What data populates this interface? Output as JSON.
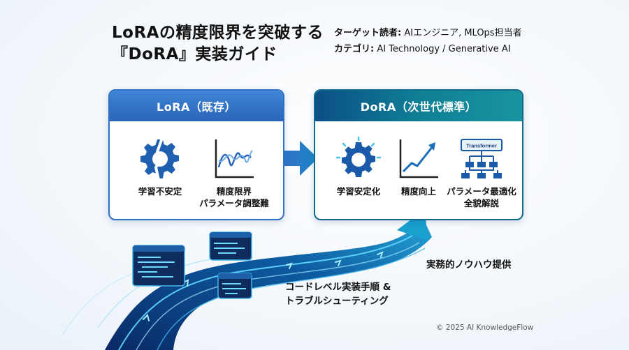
{
  "header": {
    "title_line1": "LoRAの精度限界を突破する",
    "title_line2": "『DoRA』実装ガイド",
    "target_label": "ターゲット読者:",
    "target_value": " AIエンジニア, MLOps担当者",
    "category_label": "カテゴリ:",
    "category_value": " AI Technology / Generative AI"
  },
  "lora_card": {
    "title": "LoRA（既存）",
    "items": [
      {
        "label": "学習不安定",
        "icon": "broken-gear-icon"
      },
      {
        "label": "精度限界",
        "label2": "パラメータ調整難",
        "icon": "erratic-line-chart-icon"
      }
    ]
  },
  "dora_card": {
    "title": "DoRA（次世代標準）",
    "items": [
      {
        "label": "学習安定化",
        "icon": "gear-icon"
      },
      {
        "label": "精度向上",
        "icon": "rising-chart-icon"
      },
      {
        "label": "パラメータ最適化",
        "label2": "全貌解説",
        "icon": "transformer-diagram-icon"
      }
    ],
    "transformer_text": "Transformer"
  },
  "path_labels": {
    "practical": "実務的ノウハウ提供",
    "code_line1": "コードレベル実装手順 &",
    "code_line2": "トラブルシューティング"
  },
  "footer": {
    "copyright": "© 2025 AI KnowledgeFlow"
  },
  "colors": {
    "lora_blue": "#2f6fc4",
    "dora_teal": "#0f6a8a",
    "road_dark": "#0b2f6a",
    "glow": "#44d4ff"
  }
}
